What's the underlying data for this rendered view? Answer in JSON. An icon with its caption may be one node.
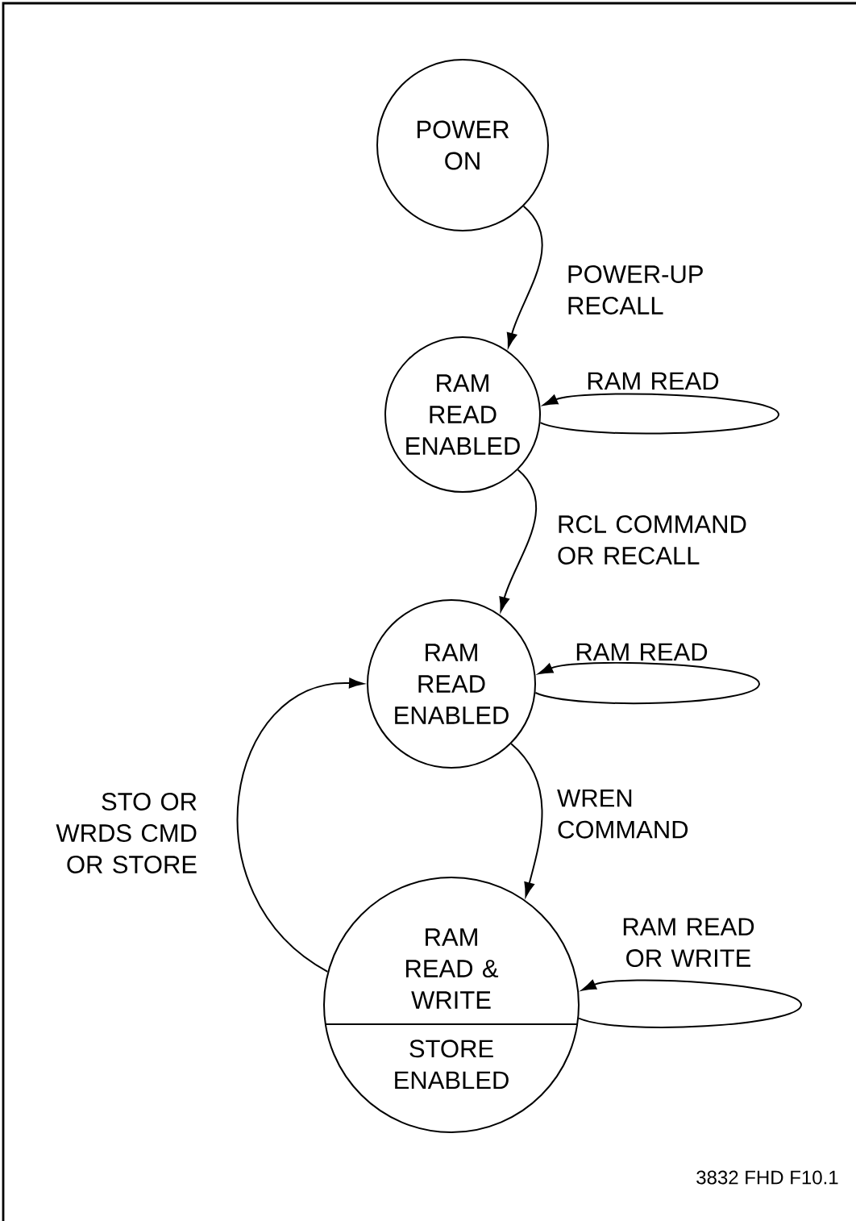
{
  "diagram": {
    "nodes": [
      {
        "text": [
          "POWER ON"
        ]
      },
      {
        "text": [
          "RAM READ ENABLED"
        ]
      },
      {
        "text": [
          "RAM READ ENABLED"
        ]
      },
      {
        "text": [
          "RAM READ & WRITE",
          "STORE ENABLED"
        ]
      }
    ],
    "edges": [
      {
        "from": 0,
        "to": 1,
        "arrow": "to",
        "label": "POWER-UP RECALL"
      },
      {
        "from": 1,
        "to": 1,
        "arrow": "to",
        "label": "RAM READ"
      },
      {
        "from": 1,
        "to": 2,
        "arrow": "to",
        "label": "RCL COMMAND OR RECALL"
      },
      {
        "from": 2,
        "to": 2,
        "arrow": "to",
        "label": "RAM READ"
      },
      {
        "from": 2,
        "to": 3,
        "arrow": "to",
        "label": "WREN COMMAND"
      },
      {
        "from": 3,
        "to": 2,
        "arrow": "to",
        "label": "STO OR WRDS CMD OR STORE"
      },
      {
        "from": 3,
        "to": 3,
        "arrow": "to",
        "label": "RAM READ OR WRITE"
      }
    ],
    "labels": [
      "3832 FHD F10.1"
    ]
  }
}
